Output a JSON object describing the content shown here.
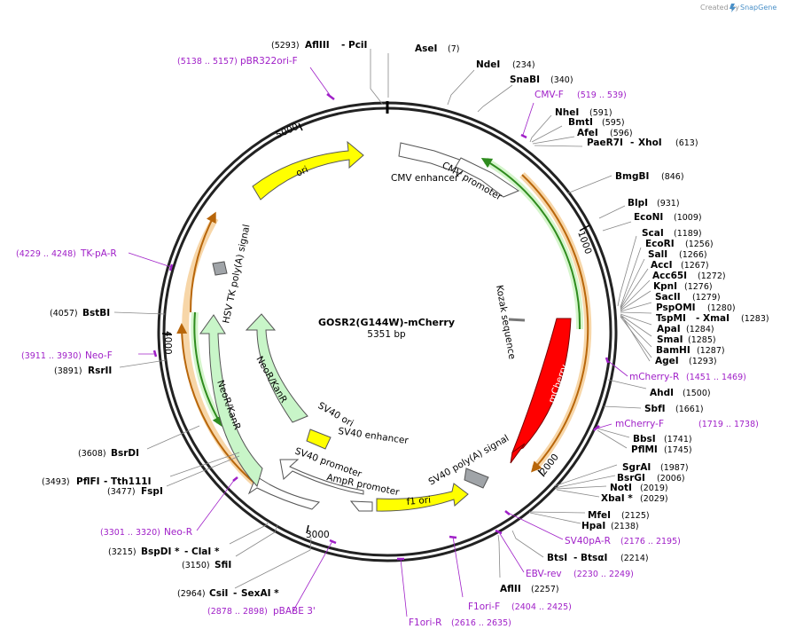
{
  "header": {
    "created_by": "Created by",
    "brand": "SnapGene"
  },
  "plasmid": {
    "name": "GOSR2(G144W)-mCherry",
    "length": "5351 bp"
  },
  "ticks": [
    "1000",
    "2000",
    "3000",
    "4000",
    "5000"
  ],
  "sites": [
    {
      "name": "AflIII",
      "sep": "-",
      "name2": "PciI",
      "pos": "(5293)"
    },
    {
      "name": "AseI",
      "pos": "(7)"
    },
    {
      "name": "NdeI",
      "pos": "(234)"
    },
    {
      "name": "SnaBI",
      "pos": "(340)"
    },
    {
      "name": "NheI",
      "pos": "(591)"
    },
    {
      "name": "BmtI",
      "pos": "(595)"
    },
    {
      "name": "AfeI",
      "pos": "(596)"
    },
    {
      "name": "PaeR7I",
      "sep": "-",
      "name2": "XhoI",
      "pos": "(613)"
    },
    {
      "name": "BmgBI",
      "pos": "(846)"
    },
    {
      "name": "BlpI",
      "pos": "(931)"
    },
    {
      "name": "EcoNI",
      "pos": "(1009)"
    },
    {
      "name": "ScaI",
      "pos": "(1189)"
    },
    {
      "name": "EcoRI",
      "pos": "(1256)"
    },
    {
      "name": "SalI",
      "pos": "(1266)"
    },
    {
      "name": "AccI",
      "pos": "(1267)"
    },
    {
      "name": "Acc65I",
      "pos": "(1272)"
    },
    {
      "name": "KpnI",
      "pos": "(1276)"
    },
    {
      "name": "SacII",
      "pos": "(1279)"
    },
    {
      "name": "PspOMI",
      "pos": "(1280)"
    },
    {
      "name": "TspMI",
      "sep": "-",
      "name2": "XmaI",
      "pos": "(1283)"
    },
    {
      "name": "ApaI",
      "pos": "(1284)"
    },
    {
      "name": "SmaI",
      "pos": "(1285)"
    },
    {
      "name": "BamHI",
      "pos": "(1287)"
    },
    {
      "name": "AgeI",
      "pos": "(1293)"
    },
    {
      "name": "AhdI",
      "pos": "(1500)"
    },
    {
      "name": "SbfI",
      "pos": "(1661)"
    },
    {
      "name": "BbsI",
      "pos": "(1741)"
    },
    {
      "name": "PflMI",
      "pos": "(1745)"
    },
    {
      "name": "SgrAI",
      "pos": "(1987)"
    },
    {
      "name": "BsrGI",
      "pos": "(2006)"
    },
    {
      "name": "NotI",
      "pos": "(2019)"
    },
    {
      "name": "XbaI *",
      "pos": "(2029)"
    },
    {
      "name": "MfeI",
      "pos": "(2125)"
    },
    {
      "name": "HpaI",
      "pos": "(2138)"
    },
    {
      "name": "BtsI",
      "sep": "-",
      "name2": "BtsαI",
      "pos": "(2214)"
    },
    {
      "name": "AflII",
      "pos": "(2257)"
    },
    {
      "name": "CsiI",
      "sep": "-",
      "name2": "SexAI *",
      "pos": "(2964)"
    },
    {
      "name": "SfiI",
      "pos": "(3150)"
    },
    {
      "name": "BspDI *",
      "sep": "-",
      "name2": "ClaI *",
      "pos": "(3215)"
    },
    {
      "name": "FspI",
      "pos": "(3477)"
    },
    {
      "name": "PflFI",
      "sep": "-",
      "name2": "Tth111I",
      "pos": "(3493)"
    },
    {
      "name": "BsrDI",
      "pos": "(3608)"
    },
    {
      "name": "RsrII",
      "pos": "(3891)"
    },
    {
      "name": "BstBI",
      "pos": "(4057)"
    }
  ],
  "primers": [
    {
      "name": "pBR322ori-F",
      "pos": "(5138 .. 5157)"
    },
    {
      "name": "CMV-F",
      "pos": "(519 .. 539)"
    },
    {
      "name": "mCherry-R",
      "pos": "(1451 .. 1469)"
    },
    {
      "name": "mCherry-F",
      "pos": "(1719 .. 1738)"
    },
    {
      "name": "SV40pA-R",
      "pos": "(2176 .. 2195)"
    },
    {
      "name": "EBV-rev",
      "pos": "(2230 .. 2249)"
    },
    {
      "name": "F1ori-F",
      "pos": "(2404 .. 2425)"
    },
    {
      "name": "F1ori-R",
      "pos": "(2616 .. 2635)"
    },
    {
      "name": "pBABE 3'",
      "pos": "(2878 .. 2898)"
    },
    {
      "name": "Neo-R",
      "pos": "(3301 .. 3320)"
    },
    {
      "name": "Neo-F",
      "pos": "(3911 .. 3930)"
    },
    {
      "name": "TK-pA-R",
      "pos": "(4229 .. 4248)"
    }
  ],
  "features": {
    "cmv_enhancer": "CMV enhancer",
    "cmv_promoter": "CMV promoter",
    "kozak": "Kozak sequence",
    "mcherry": "mCherry",
    "sv40_polya": "SV40 poly(A) signal",
    "f1_ori": "f1 ori",
    "ampr_promoter": "AmpR promoter",
    "sv40_promoter": "SV40 promoter",
    "sv40_enhancer": "SV40 enhancer",
    "sv40_ori": "SV40 ori",
    "neor_inner": "NeoR/KanR",
    "neor_outer": "NeoR/KanR",
    "hsv_tk": "HSV TK poly(A) signal",
    "ori": "ori"
  },
  "colors": {
    "primer": "#a020c8",
    "ori": "#ffff00",
    "mcherry": "#ff0000",
    "neor": "#c8f5c8",
    "grey_feature": "#a0a4a8",
    "orf_orange": "#f0a23c",
    "orf_green": "#2e8b1e"
  }
}
